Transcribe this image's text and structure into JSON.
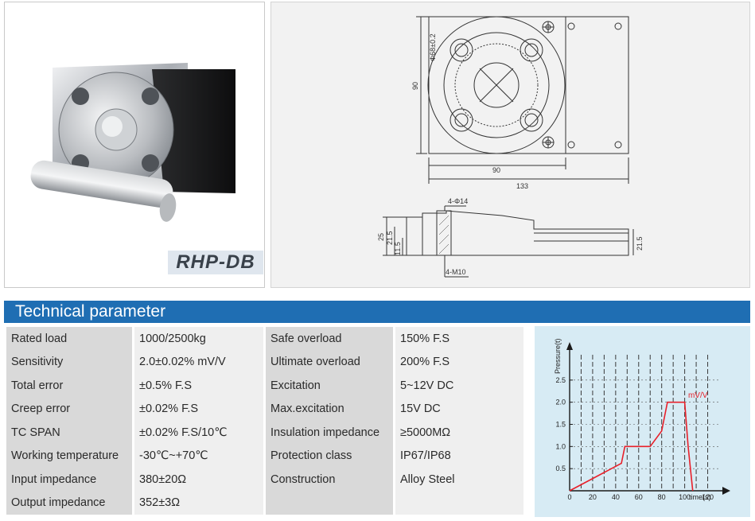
{
  "product": {
    "model": "RHP-DB"
  },
  "drawing": {
    "dim_diameter": "Φ68±0.2",
    "dim_height_top": "90",
    "dim_width_inner": "90",
    "dim_width_total": "133",
    "dim_hole": "4-Φ14",
    "dim_side_25": "25",
    "dim_side_21_5_left": "21.5",
    "dim_side_11_5": "11.5",
    "dim_thread": "4-M10",
    "dim_side_21_5_right": "21.5"
  },
  "section": {
    "title": "Technical parameter"
  },
  "specs": {
    "rows": [
      {
        "k1": "Rated load",
        "v1": "1000/2500kg",
        "k2": "Safe overload",
        "v2": "150% F.S"
      },
      {
        "k1": "Sensitivity",
        "v1": "2.0±0.02% mV/V",
        "k2": "Ultimate overload",
        "v2": "200% F.S"
      },
      {
        "k1": "Total error",
        "v1": "±0.5% F.S",
        "k2": "Excitation",
        "v2": "5~12V DC"
      },
      {
        "k1": "Creep error",
        "v1": "±0.02% F.S",
        "k2": "Max.excitation",
        "v2": "15V DC"
      },
      {
        "k1": "TC SPAN",
        "v1": "±0.02% F.S/10℃",
        "k2": "Insulation impedance",
        "v2": "≥5000MΩ"
      },
      {
        "k1": "Working temperature",
        "v1": "-30℃~+70℃",
        "k2": "Protection class",
        "v2": "IP67/IP68"
      },
      {
        "k1": "Input impedance",
        "v1": "380±20Ω",
        "k2": "Construction",
        "v2": "Alloy Steel"
      },
      {
        "k1": "Output impedance",
        "v1": "352±3Ω",
        "k2": "",
        "v2": ""
      }
    ]
  },
  "chart_data": {
    "type": "line",
    "title": "",
    "xlabel": "time(s)",
    "ylabel": "Pressure(t)",
    "xlim": [
      0,
      130
    ],
    "ylim": [
      0,
      3.0
    ],
    "x_ticks": [
      0,
      20,
      40,
      60,
      80,
      100,
      120
    ],
    "y_ticks": [
      0.5,
      1.0,
      1.5,
      2.0,
      2.5
    ],
    "grid": true,
    "annotations": [
      {
        "text": "mV/V",
        "x": 103,
        "y": 2.1
      }
    ],
    "series": [
      {
        "name": "",
        "color": "#e8202a",
        "x": [
          0,
          45,
          48,
          70,
          80,
          85,
          100,
          103,
          107
        ],
        "y": [
          0,
          0.62,
          1.0,
          1.0,
          1.35,
          2.0,
          2.0,
          1.0,
          0
        ]
      }
    ]
  },
  "colors": {
    "header_bar": "#1f6eb3",
    "key_cell": "#d9d9d9",
    "value_cell": "#efefef",
    "chart_bg": "#d7ebf4",
    "curve": "#e8202a"
  }
}
